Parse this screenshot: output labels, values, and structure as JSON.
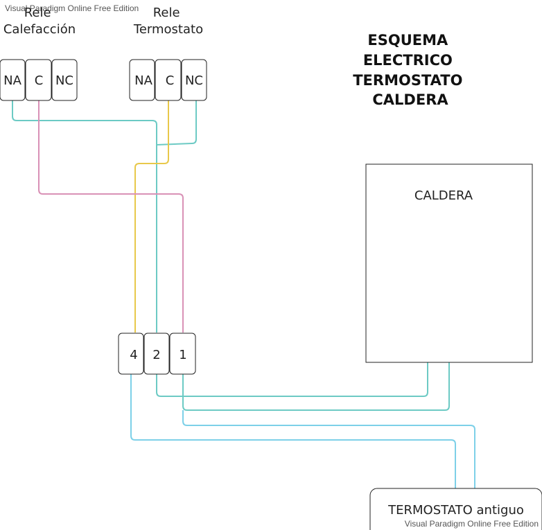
{
  "watermark_top": "Visual Paradigm Online Free Edition",
  "watermark_bottom": "Visual Paradigm Online Free Edition",
  "title_lines": [
    "ESQUEMA",
    "ELECTRICO",
    "TERMOSTATO",
    "CALDERA"
  ],
  "relay_heating": {
    "label_lines": [
      "Rele",
      "Calefacción"
    ],
    "terminals": [
      "NA",
      "C",
      "NC"
    ]
  },
  "relay_thermostat": {
    "label_lines": [
      "Rele",
      "Termostato"
    ],
    "terminals": [
      "NA",
      "C",
      "NC"
    ]
  },
  "terminal_block": {
    "terminals": [
      "4",
      "2",
      "1"
    ]
  },
  "boiler": {
    "label": "CALDERA"
  },
  "old_thermostat": {
    "label": "TERMOSTATO antiguo"
  },
  "colors": {
    "teal_wire": "#6ccac4",
    "yellow_wire": "#e8c84a",
    "pink_wire": "#d991b6",
    "blue_wire": "#7dd0e8"
  }
}
